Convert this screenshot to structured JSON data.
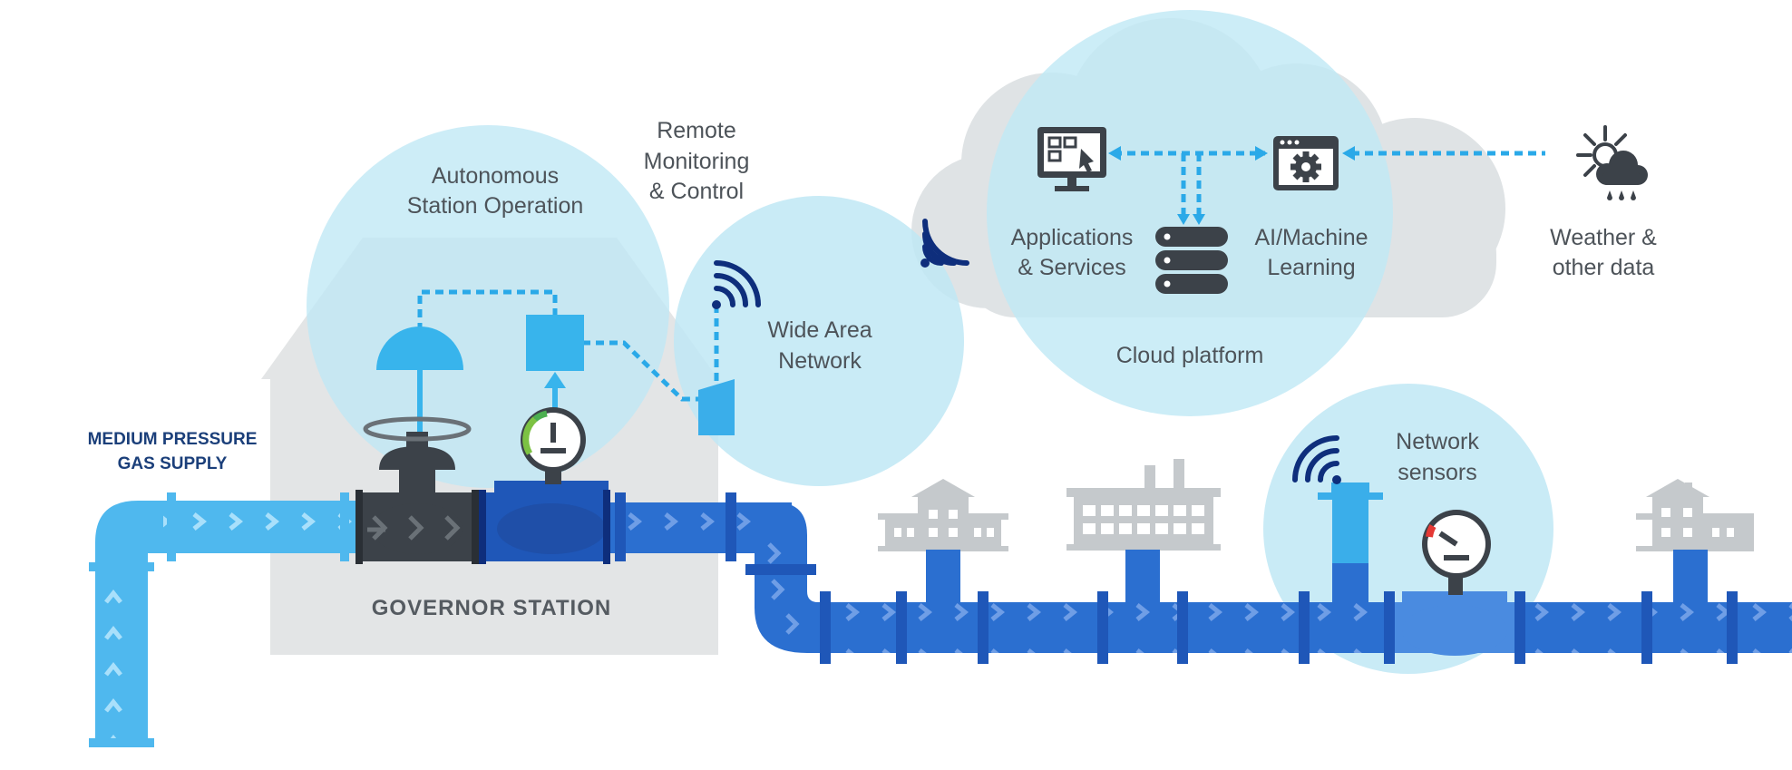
{
  "labels": {
    "supply_line1": "MEDIUM PRESSURE",
    "supply_line2": "GAS SUPPLY",
    "station": "GOVERNOR STATION",
    "autonomous_line1": "Autonomous",
    "autonomous_line2": "Station Operation",
    "remote_line1": "Remote",
    "remote_line2": "Monitoring",
    "remote_line3": "& Control",
    "wan_line1": "Wide Area",
    "wan_line2": "Network",
    "apps_line1": "Applications",
    "apps_line2": "& Services",
    "ai_line1": "AI/Machine",
    "ai_line2": "Learning",
    "cloud": "Cloud platform",
    "weather_line1": "Weather &",
    "weather_line2": "other data",
    "sensors_line1": "Network",
    "sensors_line2": "sensors"
  },
  "colors": {
    "light_blue_pipe": "#4fb8ee",
    "dark_blue_pipe": "#1f57b8",
    "mid_blue_pipe": "#2b6fd0",
    "bubble": "#bfe8f5",
    "house_grey": "#e3e5e6",
    "building_grey": "#c5c9cc",
    "icon_dark": "#3c4249",
    "navy": "#0e2e7c",
    "dashed": "#2aa9e8"
  },
  "icons": [
    "wifi-icon",
    "monitor-icon",
    "gear-icon",
    "database-icon",
    "weather-icon",
    "pressure-gauge-icon",
    "valve-icon",
    "house-icon",
    "factory-icon"
  ]
}
